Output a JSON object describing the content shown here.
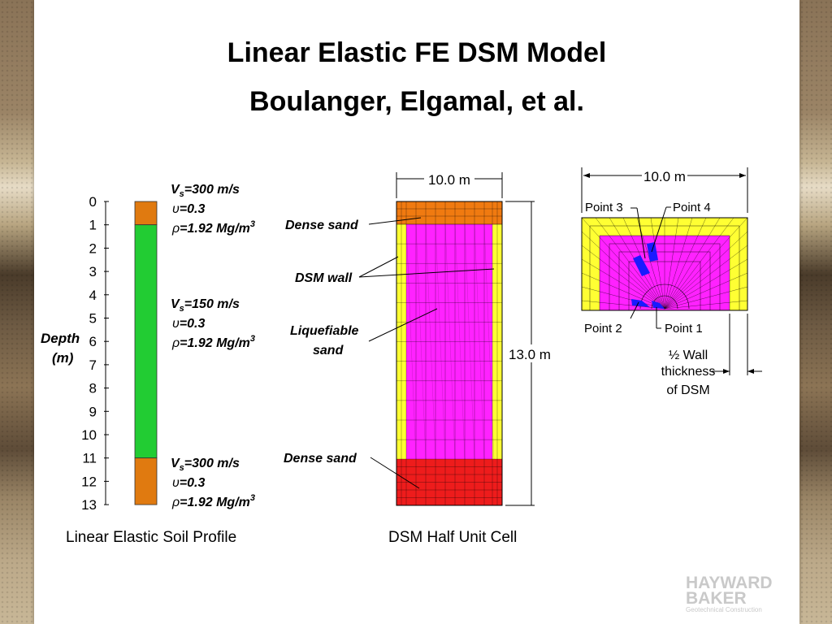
{
  "title_line1": "Linear Elastic FE DSM Model",
  "title_line2": "Boulanger, Elgamal, et al.",
  "profile": {
    "caption": "Linear Elastic Soil Profile",
    "depth_label_1": "Depth",
    "depth_label_2": "(m)",
    "ticks": [
      "0",
      "1",
      "2",
      "3",
      "4",
      "5",
      "6",
      "7",
      "8",
      "9",
      "10",
      "11",
      "12",
      "13"
    ],
    "layers": [
      {
        "vs": "=300 m/s",
        "nu": "=0.3",
        "rho": "=1.92 Mg/m",
        "exp": "3",
        "from": 0,
        "to": 1,
        "color": "#e07a10"
      },
      {
        "vs": "=150 m/s",
        "nu": "=0.3",
        "rho": "=1.92 Mg/m",
        "exp": "3",
        "from": 1,
        "to": 11,
        "color": "#22cc33"
      },
      {
        "vs": "=300 m/s",
        "nu": "=0.3",
        "rho": "=1.92 Mg/m",
        "exp": "3",
        "from": 11,
        "to": 13,
        "color": "#e07a10"
      }
    ]
  },
  "cell": {
    "caption": "DSM Half Unit Cell",
    "width_label": "10.0 m",
    "height_label": "13.0 m",
    "label_dense_top": "Dense sand",
    "label_dsm_wall": "DSM wall",
    "label_liq_1": "Liquefiable",
    "label_liq_2": "sand",
    "label_dense_bottom": "Dense sand",
    "colors": {
      "top": "#f07a10",
      "wall": "#ffff33",
      "core": "#ff22ff",
      "bottom": "#ee1c1c"
    }
  },
  "plan": {
    "width_label": "10.0 m",
    "point1": "Point 1",
    "point2": "Point 2",
    "point3": "Point 3",
    "point4": "Point 4",
    "wall_1": "½ Wall",
    "wall_2": "thickness",
    "wall_3": "of DSM"
  },
  "logo": {
    "line1": "HAYWARD",
    "line2": "BAKER",
    "line3": "Geotechnical Construction"
  }
}
